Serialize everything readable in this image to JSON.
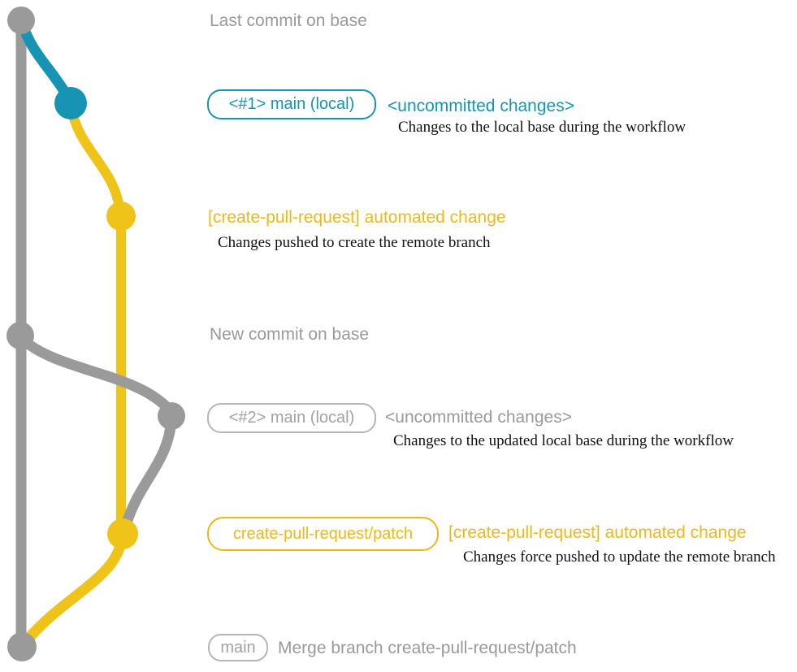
{
  "colors": {
    "base_gray": "#9a9a9a",
    "local_blue": "#1794b4",
    "patch_yellow": "#f0c319",
    "yellow_text": "#eeb917",
    "note_black": "#111111",
    "gray_tag_border": "#b6b6b6"
  },
  "graph": {
    "commits": [
      {
        "id": "base-1",
        "color": "gray",
        "meaning": "Last commit on base"
      },
      {
        "id": "local-1",
        "color": "blue",
        "meaning": "<#1> main (local) <uncommitted changes>"
      },
      {
        "id": "patch-1",
        "color": "yellow",
        "meaning": "[create-pull-request] automated change"
      },
      {
        "id": "base-2",
        "color": "gray",
        "meaning": "New commit on base"
      },
      {
        "id": "local-2",
        "color": "gray",
        "meaning": "<#2> main (local) <uncommitted changes>"
      },
      {
        "id": "patch-2",
        "color": "yellow",
        "meaning": "[create-pull-request] automated change (force pushed)"
      },
      {
        "id": "merge",
        "color": "gray",
        "meaning": "Merge branch create-pull-request/patch"
      }
    ]
  },
  "annotations": {
    "last_commit": "Last commit on base",
    "local1_tag": "<#1> main (local)",
    "local1_status": "<uncommitted changes>",
    "local1_note": "Changes to the local base during the workflow",
    "remote1_message": "[create-pull-request] automated change",
    "remote1_note": "Changes pushed to create the remote branch",
    "new_commit": "New commit on base",
    "local2_tag": "<#2> main (local)",
    "local2_status": "<uncommitted changes>",
    "local2_note": "Changes to the updated local base during the workflow",
    "patch_tag": "create-pull-request/patch",
    "remote2_message": "[create-pull-request] automated change",
    "remote2_note": "Changes force pushed to update the remote branch",
    "merge_tag": "main",
    "merge_message": "Merge branch create-pull-request/patch"
  }
}
